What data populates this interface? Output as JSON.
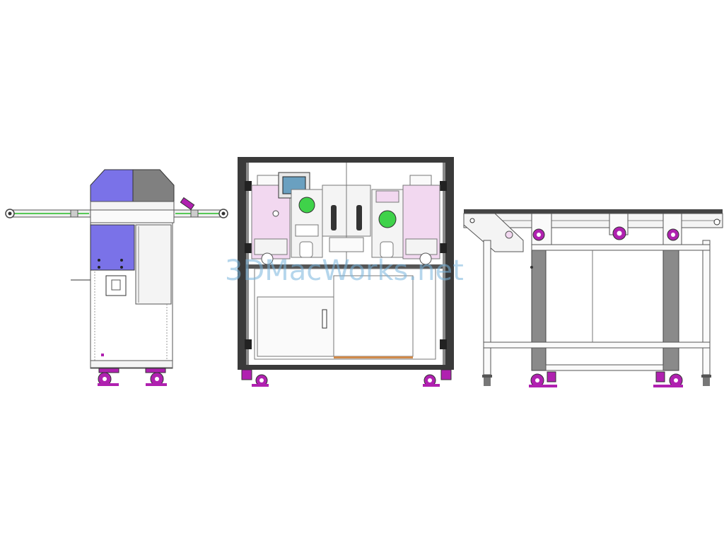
{
  "watermark": {
    "text": "3DMacWorks.net"
  },
  "views": [
    {
      "id": "side-view"
    },
    {
      "id": "front-view"
    },
    {
      "id": "conveyor-view"
    }
  ],
  "colors": {
    "line": "#555555",
    "frame_dark": "#3a3a3a",
    "frame_grey": "#8a8a8a",
    "panel_fill": "#f4f4f4",
    "hood_blue": "#7a72e8",
    "hood_grey": "#808080",
    "magenta": "#b021b0",
    "pink_module": "#f2d8f0",
    "green_disc": "#3fd24a",
    "red_button": "#e02020",
    "green_button": "#22c022",
    "hmi_screen": "#6aa0c0",
    "rail_green": "#57c957",
    "conveyor_belt": "#444444",
    "floor_tray": "#d08a4a"
  }
}
